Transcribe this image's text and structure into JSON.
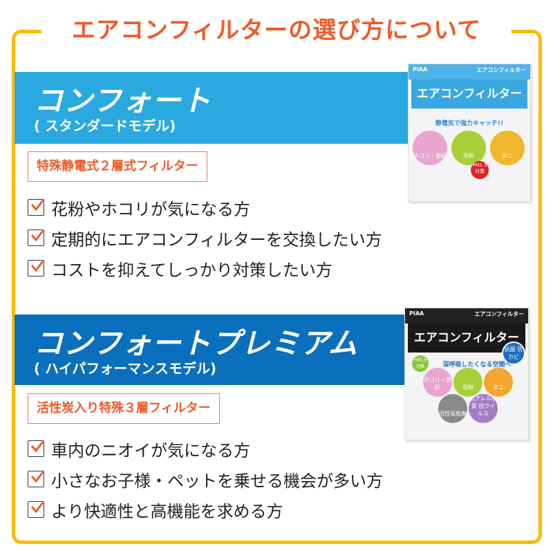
{
  "title": "エアコンフィルターの選び方について",
  "colors": {
    "frame": "#fbba00",
    "accent": "#f05a28",
    "standard_band": "#29a9e0",
    "premium_band": "#0a6fbd"
  },
  "sections": [
    {
      "name": "コンフォート",
      "subtitle": "( スタンダードモデル)",
      "tag": "特殊静電式２層式フィルター",
      "items": [
        "花粉やホコリが気になる方",
        "定期的にエアコンフィルターを交換したい方",
        "コストを抑えてしっかり対策したい方"
      ],
      "product": {
        "brand": "PIAA",
        "small_name": "エアコンフィルター",
        "name": "エアコンフィルター",
        "catch": "静電気で強力キャッチ!!",
        "features": [
          "ホコリ・黄砂",
          "花粉",
          "ダニ"
        ],
        "badge": "PM2.5 対策"
      }
    },
    {
      "name": "コンフォートプレミアム",
      "subtitle": "( ハイパフォーマンスモデル)",
      "tag": "活性炭入り特殊３層フィルター",
      "items": [
        "車内のニオイが気になる方",
        "小さなお子様・ペットを乗せる機会が多い方",
        "より快適性と高機能を求める方"
      ],
      "product": {
        "brand": "PIAA",
        "small_name": "エアコンフィルター",
        "name": "エアコンフィルター",
        "catch": "深呼吸したくなる空間へ",
        "features": [
          "ホコリ・黄砂",
          "花粉",
          "ダニ",
          "活性炭脱臭",
          "抗アレル物質 抗ウイルス"
        ],
        "badge": "抗菌 防カビ",
        "pm": "PM2.5 対策"
      }
    }
  ]
}
